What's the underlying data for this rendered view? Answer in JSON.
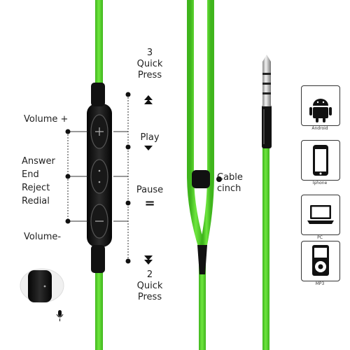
{
  "controls": {
    "volume_up": "Volume +",
    "answer_group": [
      "Answer",
      "End",
      "Reject",
      "Redial"
    ],
    "volume_down": "Volume-",
    "top_press": [
      "3",
      "Quick",
      "Press"
    ],
    "play": "Play",
    "pause": "Pause",
    "pause_symbol": "=",
    "bottom_press": [
      "2",
      "Quick",
      "Press"
    ],
    "cable_cinch": [
      "Cable",
      "cinch"
    ]
  },
  "devices": [
    {
      "label": "Android",
      "icon": "android-icon"
    },
    {
      "label": "Iphone",
      "icon": "phone-icon"
    },
    {
      "label": "PC",
      "icon": "laptop-icon"
    },
    {
      "label": "MP3",
      "icon": "mp3-player-icon"
    }
  ],
  "colors": {
    "cable": "#56d82a",
    "cable_dark": "#3fb51c",
    "body": "#1a1a1a"
  }
}
